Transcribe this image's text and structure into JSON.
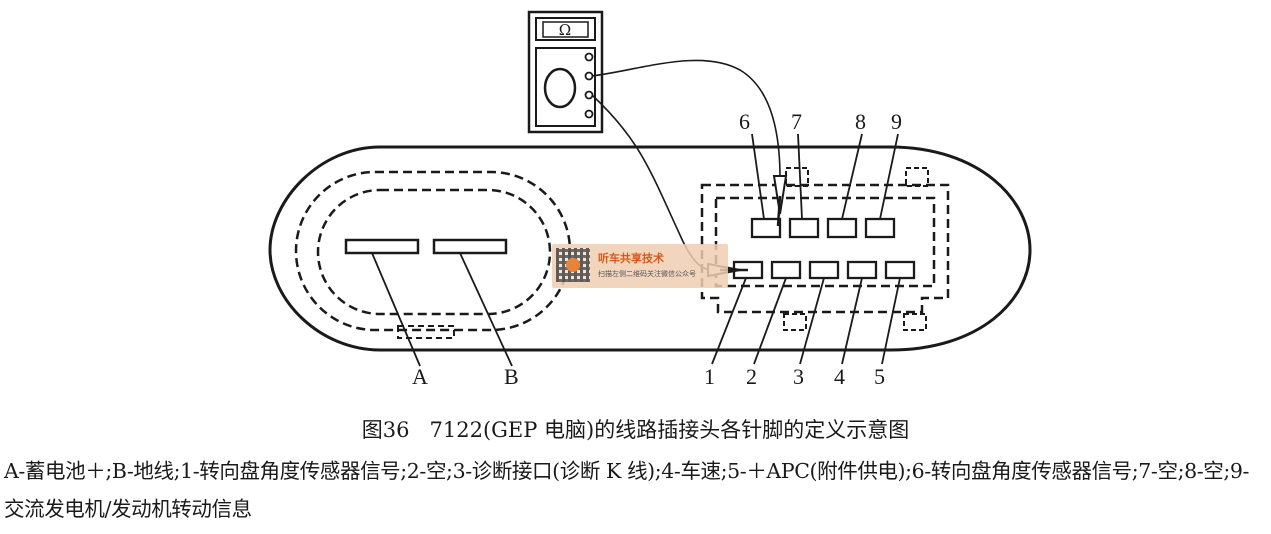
{
  "meter": {
    "symbol": "Ω"
  },
  "labels": {
    "a": "A",
    "b": "B"
  },
  "pins_top": [
    "6",
    "7",
    "8",
    "9"
  ],
  "pins_bottom": [
    "1",
    "2",
    "3",
    "4",
    "5"
  ],
  "watermark": {
    "title": "听车共享技术",
    "subtitle": "扫描左侧二维码关注微信公众号"
  },
  "caption": "图36   7122(GEP 电脑)的线路插接头各针脚的定义示意图",
  "legend": "A-蓄电池＋;B-地线;1-转向盘角度传感器信号;2-空;3-诊断接口(诊断 K 线);4-车速;5-＋APC(附件供电);6-转向盘角度传感器信号;7-空;8-空;9-交流发电机/发动机转动信息",
  "colors": {
    "ink": "#1a1a1a",
    "watermark_bg": "#eeceb0",
    "watermark_text": "#d9581d"
  }
}
